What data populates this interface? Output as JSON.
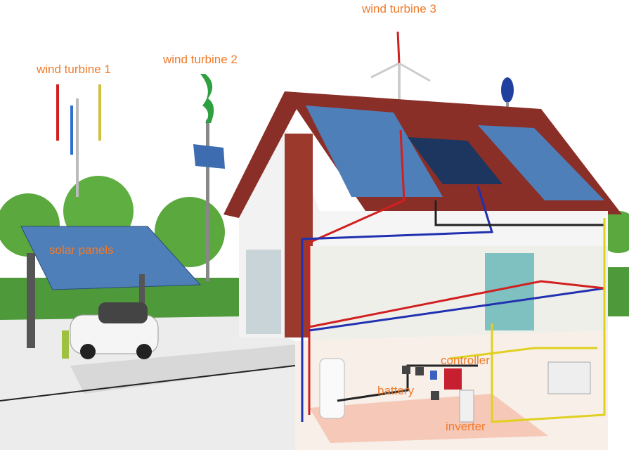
{
  "labels": {
    "wind_turbine_1": "wind turbine 1",
    "wind_turbine_2": "wind turbine 2",
    "wind_turbine_3": "wind turbine 3",
    "solar_panels": "solar panels",
    "controller": "controller",
    "battery": "battery",
    "inverter": "inverter"
  },
  "colors": {
    "label": "#f07a2a",
    "roof": "#8a2e28",
    "brick": "#9b3a2c",
    "solar_panel": "#4f7fb8",
    "hedge": "#4e9a3a",
    "hot_pipe": "#d0202a",
    "cold_pipe": "#2030b0",
    "dc_cable": "#222222",
    "ac_cable": "#e0d020"
  }
}
